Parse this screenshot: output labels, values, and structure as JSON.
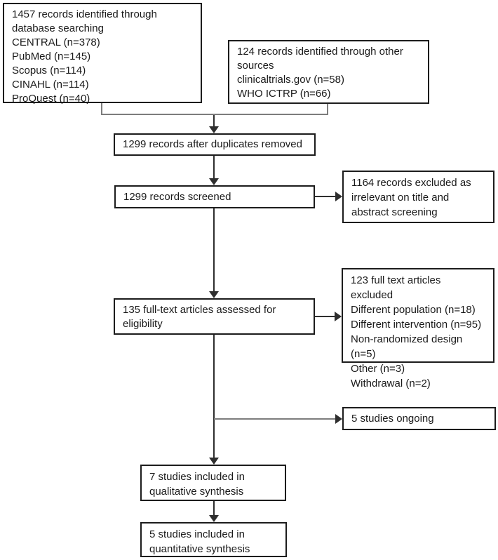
{
  "diagram": {
    "title": "PRISMA study flow diagram",
    "colors": {
      "background": "#ffffff",
      "box_fill": "#ffffff",
      "box_border": "#1c1c1c",
      "text": "#1a1a1a",
      "connector_dark": "#2e2e2e",
      "connector_gray": "#7d7d7d"
    },
    "boxes": {
      "identified_database": {
        "lines": [
          "1457 records identified through database searching",
          "CENTRAL (n=378)",
          "PubMed (n=145)",
          "Scopus (n=114)",
          "CINAHL (n=114)",
          "ProQuest (n=40)"
        ]
      },
      "identified_other": {
        "lines": [
          "124 records identified through other sources",
          "clinicaltrials.gov (n=58)",
          "WHO ICTRP (n=66)"
        ]
      },
      "after_duplicates": {
        "lines": [
          "1299 records after duplicates removed"
        ]
      },
      "screened": {
        "lines": [
          "1299 records screened"
        ]
      },
      "excluded_screening": {
        "lines": [
          "1164 records excluded as irrelevant on title and abstract screening"
        ]
      },
      "fulltext_assessed": {
        "lines": [
          "135 full-text articles assessed for eligibility"
        ]
      },
      "fulltext_excluded": {
        "lines": [
          "123 full text articles excluded",
          "Different population (n=18)",
          "Different intervention (n=95)",
          "Non-randomized design (n=5)",
          "Other (n=3)",
          "Withdrawal (n=2)"
        ]
      },
      "ongoing": {
        "lines": [
          "5 studies ongoing"
        ]
      },
      "qualitative": {
        "lines": [
          "7 studies included in qualitative synthesis"
        ]
      },
      "quantitative": {
        "lines": [
          "5 studies included in quantitative synthesis"
        ]
      }
    }
  }
}
